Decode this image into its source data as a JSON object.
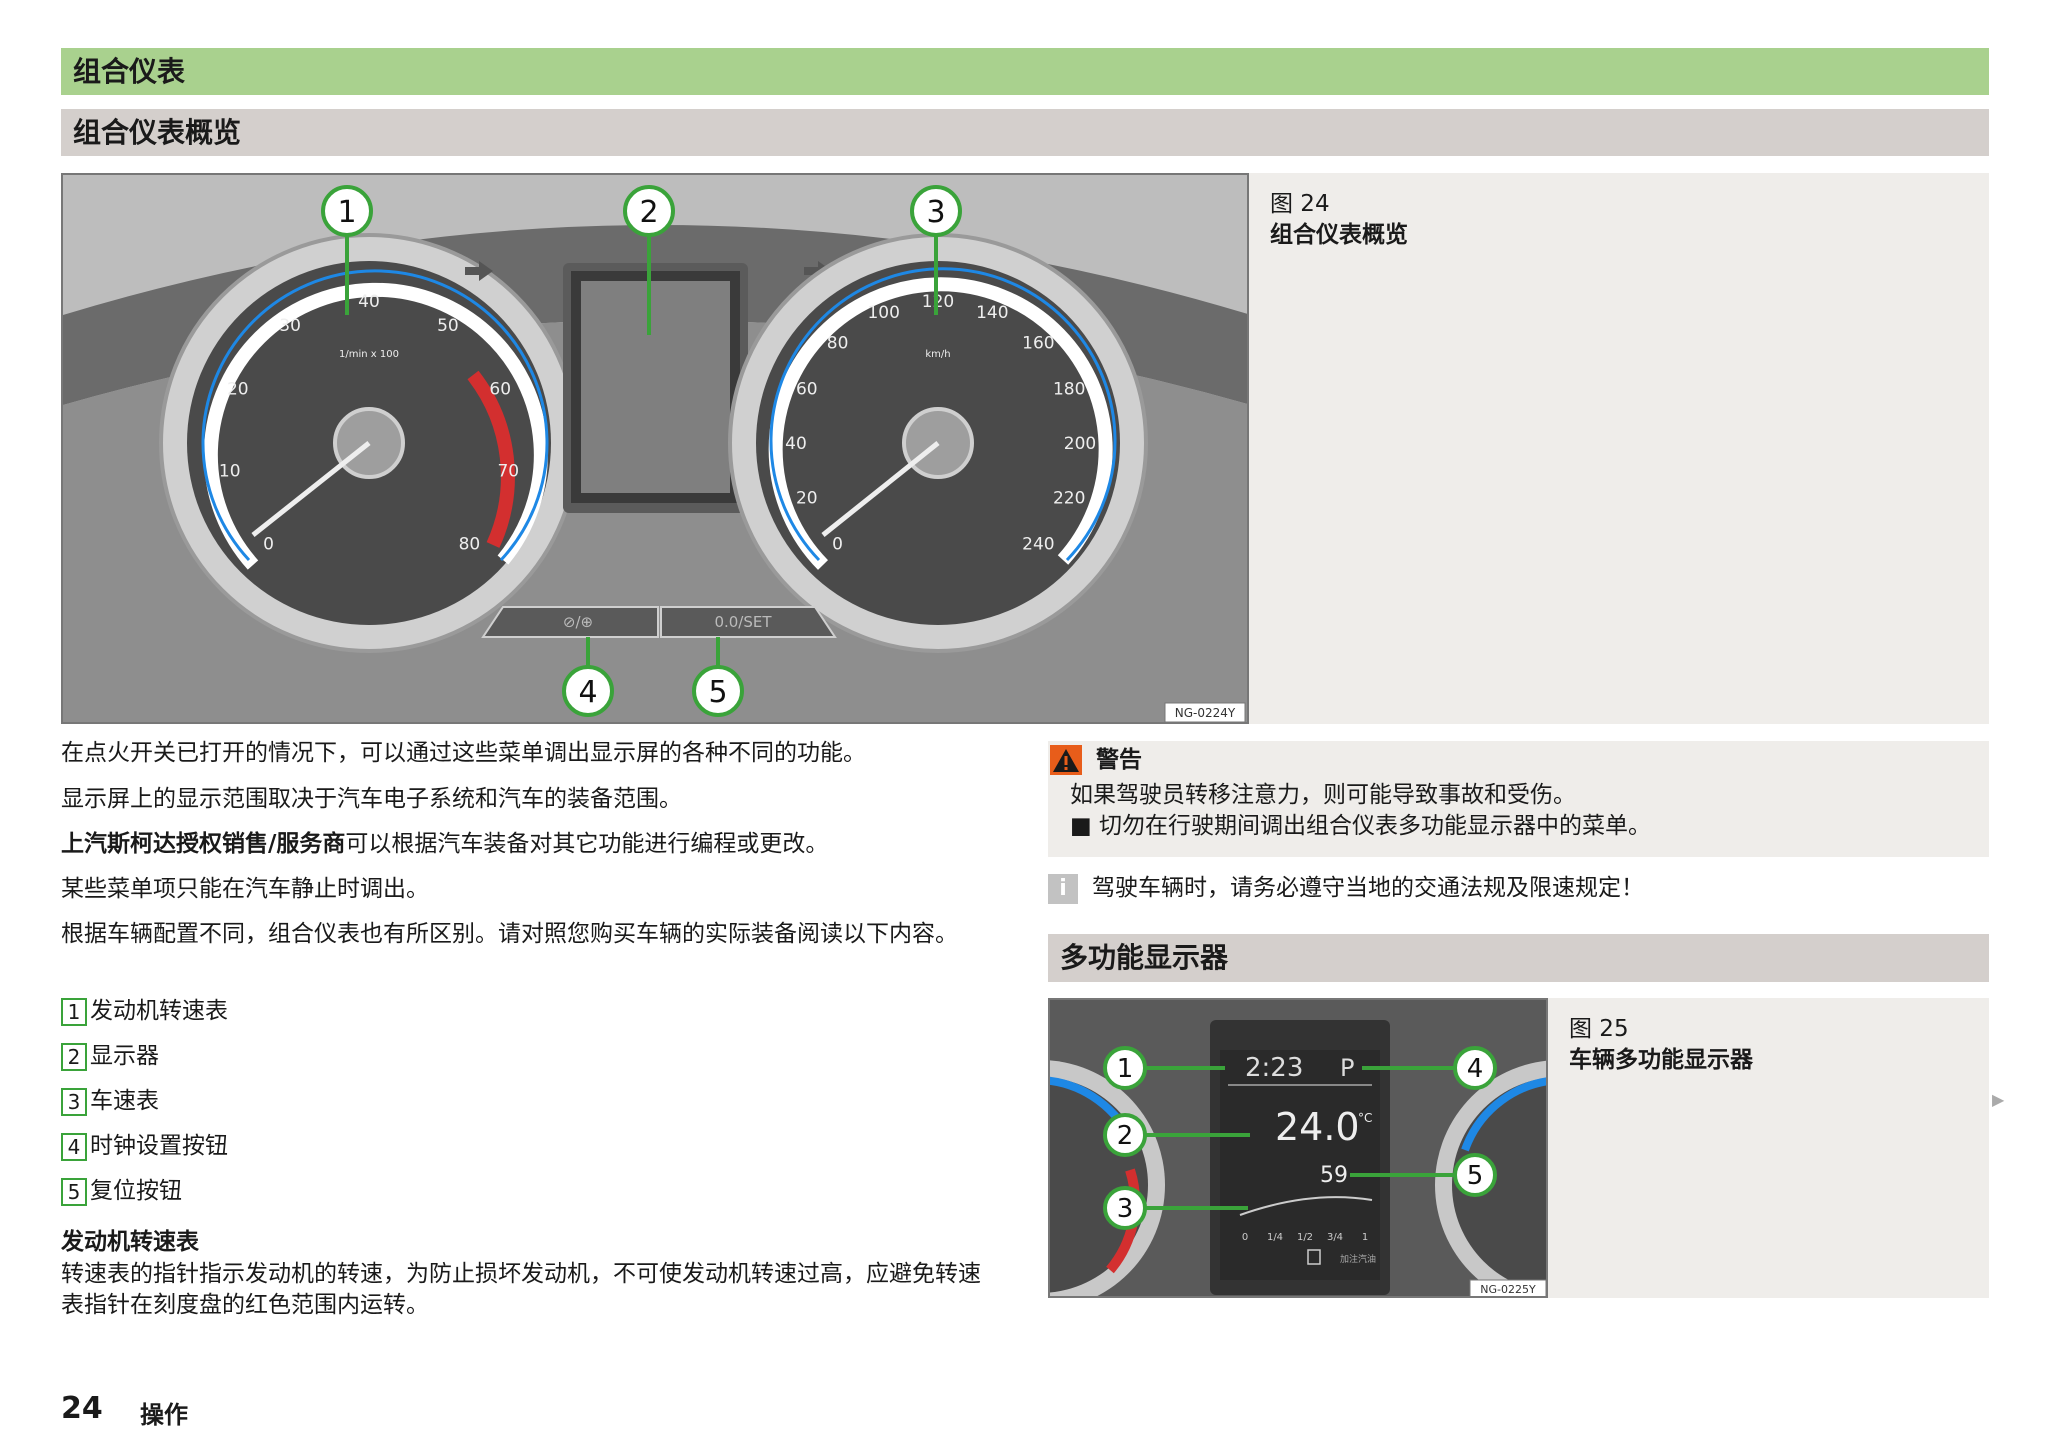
{
  "header": {
    "section_title": "组合仪表",
    "subsection_title": "组合仪表概览"
  },
  "figure24": {
    "number": "图 24",
    "title": "组合仪表概览",
    "image_code": "NG-0224Y",
    "callouts": [
      "1",
      "2",
      "3",
      "4",
      "5"
    ],
    "tacho_ticks": [
      "0",
      "10",
      "20",
      "30",
      "40",
      "50",
      "60",
      "70",
      "80"
    ],
    "tacho_unit": "1/min x 100",
    "speedo_ticks": [
      "0",
      "20",
      "40",
      "60",
      "80",
      "100",
      "120",
      "140",
      "160",
      "180",
      "200",
      "220",
      "240"
    ],
    "speedo_unit": "km/h",
    "button_left": "⊘/⊕",
    "button_right": "0.0/SET"
  },
  "body": {
    "p1": "在点火开关已打开的情况下，可以通过这些菜单调出显示屏的各种不同的功能。",
    "p2": "显示屏上的显示范围取决于汽车电子系统和汽车的装备范围。",
    "p3_bold": "上汽斯柯达授权销售/服务商",
    "p3_rest": "可以根据汽车装备对其它功能进行编程或更改。",
    "p4": "某些菜单项只能在汽车静止时调出。",
    "p5": "根据车辆配置不同，组合仪表也有所区别。请对照您购买车辆的实际装备阅读以下内容。",
    "legend": [
      {
        "num": "1",
        "text": "发动机转速表"
      },
      {
        "num": "2",
        "text": "显示器"
      },
      {
        "num": "3",
        "text": "车速表"
      },
      {
        "num": "4",
        "text": "时钟设置按钮"
      },
      {
        "num": "5",
        "text": "复位按钮"
      }
    ],
    "subhead": "发动机转速表",
    "p6": "转速表的指针指示发动机的转速，为防止损坏发动机，不可使发动机转速过高，应避免转速表指针在刻度盘的红色范围内运转。"
  },
  "warning": {
    "title": "警告",
    "line1": "如果驾驶员转移注意力，则可能导致事故和受伤。",
    "line2": "■ 切勿在行驶期间调出组合仪表多功能显示器中的菜单。"
  },
  "info": {
    "icon": "i",
    "text": "驾驶车辆时，请务必遵守当地的交通法规及限速规定！"
  },
  "subsection2": {
    "title": "多功能显示器"
  },
  "figure25": {
    "number": "图 25",
    "title": "车辆多功能显示器",
    "image_code": "NG-0225Y",
    "callouts": [
      "1",
      "2",
      "3",
      "4",
      "5"
    ],
    "time": "2:23",
    "gear": "P",
    "temp": "24.0",
    "temp_unit": "°C",
    "range": "59",
    "fuel_ticks": [
      "0",
      "1/4",
      "1/2",
      "3/4",
      "1"
    ],
    "fuel_note": "加注汽油"
  },
  "footer": {
    "page_number": "24",
    "section": "操作"
  }
}
